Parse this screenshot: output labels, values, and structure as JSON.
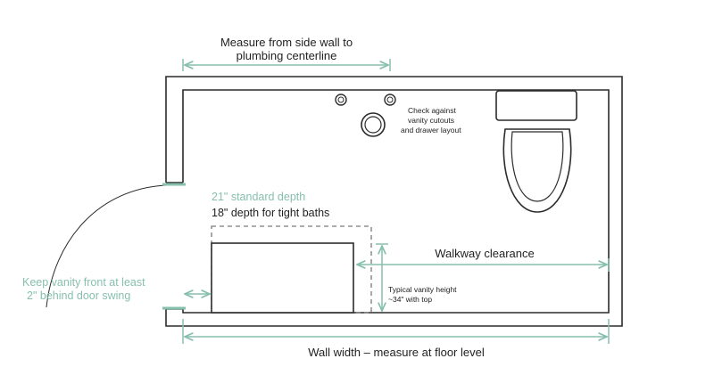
{
  "title_dimension": {
    "line1": "Measure from side wall to",
    "line2": "plumbing centerline"
  },
  "plumbing_note": {
    "line1": "Check against",
    "line2": "vanity cutouts",
    "line3": "and drawer layout"
  },
  "depth_labels": {
    "standard": "21\" standard depth",
    "tight": "18\" depth for tight baths"
  },
  "walkway_label": "Walkway clearance",
  "vanity_height_note": {
    "line1": "Typical vanity height",
    "line2": "~34\" with top"
  },
  "door_note": {
    "line1": "Keep vanity front at least",
    "line2": "2\" behind door swing"
  },
  "wall_width_label": "Wall width – measure at floor level",
  "colors": {
    "wall": "#2b2b2b",
    "dimension": "#86bfae",
    "text": "#222222",
    "dashed": "#7a7a7a"
  }
}
